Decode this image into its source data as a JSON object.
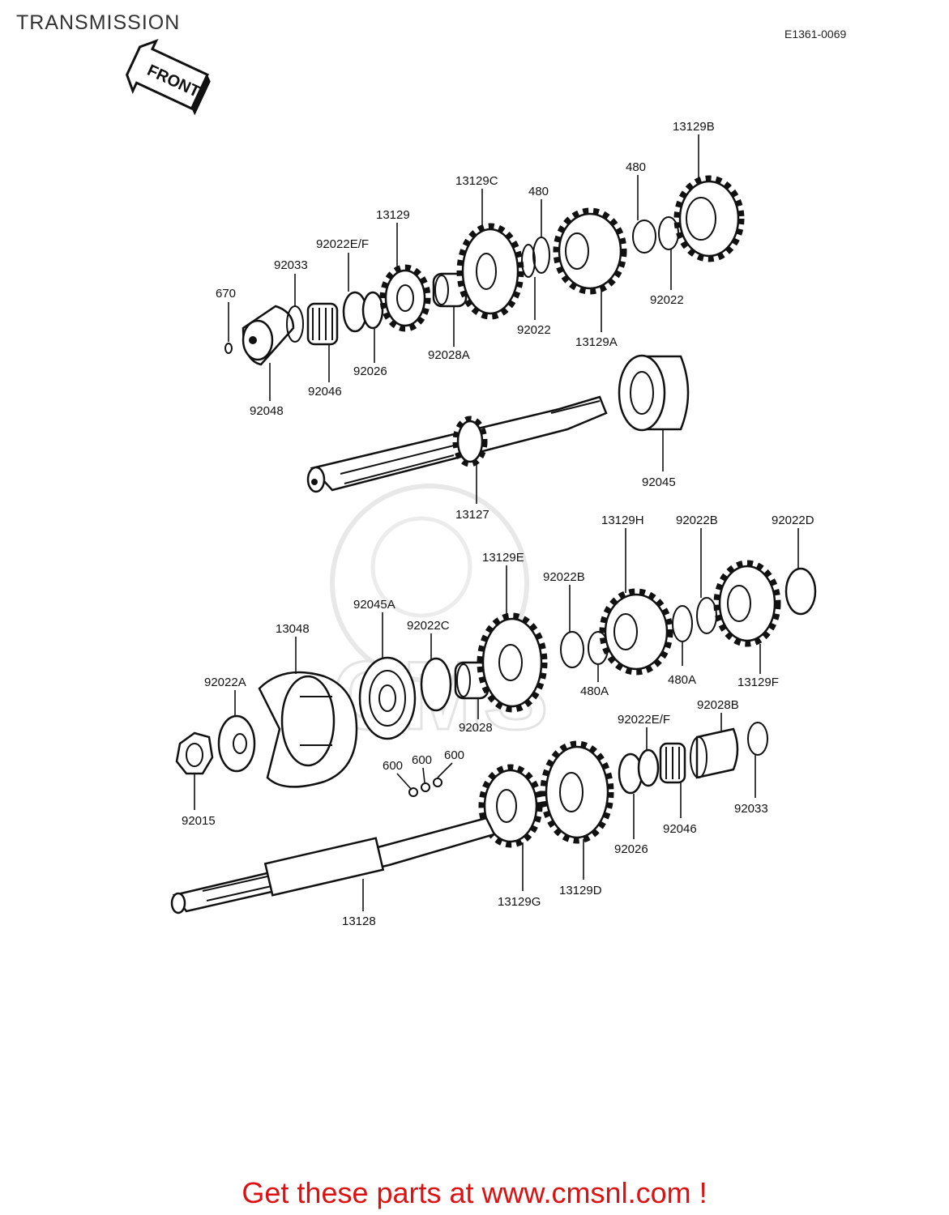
{
  "header": {
    "title": "TRANSMISSION",
    "code": "E1361-0069",
    "front_arrow": "FRONT"
  },
  "watermark": "CMS",
  "promo": {
    "text": "Get these parts at www.cmsnl.com !"
  },
  "icons": [
    "front-arrow-icon"
  ],
  "parts": {
    "p670": "670",
    "p92048": "92048",
    "p92033_top": "92033",
    "p92046_top": "92046",
    "p92022ef_top": "92022E/F",
    "p92026_top": "92026",
    "p13129": "13129",
    "p92028a": "92028A",
    "p13129c": "13129C",
    "p480_a": "480",
    "p92022_a": "92022",
    "p13129a": "13129A",
    "p480_b": "480",
    "p92022_b": "92022",
    "p13129b": "13129B",
    "p92045": "92045",
    "p13127": "13127",
    "p92022d": "92022D",
    "p13129h": "13129H",
    "p92022b_a": "92022B",
    "p13129e": "13129E",
    "p92022b_b": "92022B",
    "p92045a": "92045A",
    "p92022c": "92022C",
    "p13048": "13048",
    "p92022a": "92022A",
    "p480a_a": "480A",
    "p480a_b": "480A",
    "p13129f": "13129F",
    "p92028": "92028",
    "p92022ef_bot": "92022E/F",
    "p92028b": "92028B",
    "p600_a": "600",
    "p600_b": "600",
    "p600_c": "600",
    "p92015": "92015",
    "p92026_bot": "92026",
    "p92046_bot": "92046",
    "p92033_bot": "92033",
    "p13128": "13128",
    "p13129g": "13129G",
    "p13129d": "13129D"
  }
}
